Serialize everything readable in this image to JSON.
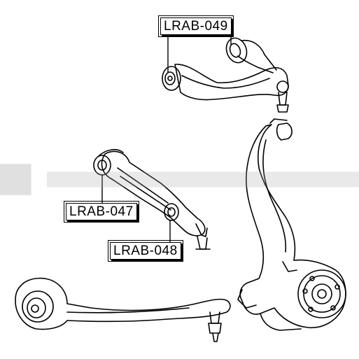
{
  "labels": {
    "upper_arm": "LRAB-049",
    "rear_arm": "LRAB-047",
    "front_bushing": "LRAB-048"
  },
  "colors": {
    "line": "#000000",
    "background": "#ffffff"
  },
  "icons": {
    "watermark": "logo-watermark"
  }
}
